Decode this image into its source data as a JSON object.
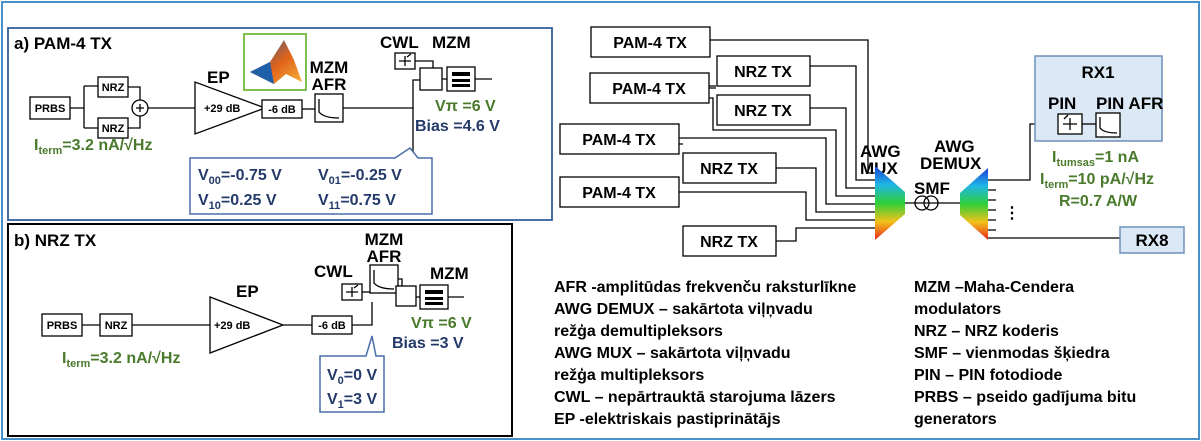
{
  "panel_a": {
    "title": "a) PAM-4 TX",
    "prbs": "PRBS",
    "nrz1": "NRZ",
    "nrz2": "NRZ",
    "amp_label": "EP",
    "amp_gain": "+29 dB",
    "atten": "-6 dB",
    "mzm_afr_1": "MZM",
    "mzm_afr_2": "AFR",
    "cwl": "CWL",
    "mzm": "MZM",
    "vpi": "Vπ =6 V",
    "bias": "Bias =4.6 V",
    "iterm": "I",
    "iterm_sub": "term",
    "iterm_val": "=3.2 nA/√Hz",
    "levels": {
      "v00": "V",
      "v00_sub": "00",
      "v00_val": "=-0.75 V",
      "v01": "V",
      "v01_sub": "01",
      "v01_val": "=-0.25 V",
      "v10": "V",
      "v10_sub": "10",
      "v10_val": "=0.25 V",
      "v11": "V",
      "v11_sub": "11",
      "v11_val": "=0.75 V"
    }
  },
  "panel_b": {
    "title": "b) NRZ TX",
    "prbs": "PRBS",
    "nrz": "NRZ",
    "amp_label": "EP",
    "amp_gain": "+29 dB",
    "atten": "-6 dB",
    "mzm_afr_1": "MZM",
    "mzm_afr_2": "AFR",
    "cwl": "CWL",
    "mzm": "MZM",
    "vpi": "Vπ =6 V",
    "bias": "Bias =3 V",
    "iterm": "I",
    "iterm_sub": "term",
    "iterm_val": "=3.2 nA/√Hz",
    "v0": "V",
    "v0_sub": "0",
    "v0_val": "=0 V",
    "v1": "V",
    "v1_sub": "1",
    "v1_val": "=3 V"
  },
  "system": {
    "tx": [
      "PAM-4 TX",
      "NRZ TX",
      "PAM-4 TX",
      "NRZ TX",
      "PAM-4 TX",
      "NRZ TX",
      "PAM-4 TX",
      "NRZ TX"
    ],
    "awg_mux_1": "AWG",
    "awg_mux_2": "MUX",
    "smf": "SMF",
    "awg_demux_1": "AWG",
    "awg_demux_2": "DEMUX",
    "dots": "⋮",
    "rx1": "RX1",
    "pin": "PIN",
    "pin_afr": "PIN AFR",
    "i_tumsas": "I",
    "i_tumsas_sub": "tumsas",
    "i_tumsas_val": "=1 nA",
    "i_term": "I",
    "i_term_sub": "term",
    "i_term_val": "=10 pA/√Hz",
    "responsivity": "R=0.7 A/W",
    "rx8": "RX8"
  },
  "legend": {
    "left": [
      "AFR -amplitūdas frekvenču raksturlīkne",
      "AWG DEMUX –  sakārtota viļņvadu",
      "režģa demultipleksors",
      "AWG MUX – sakārtota viļņvadu",
      "režģa multipleksors",
      "CWL – nepārtrauktā starojuma lāzers",
      "EP -elektriskais pastiprinātājs"
    ],
    "right": [
      "MZM –Maha-Cendera",
      "modulators",
      "NRZ – NRZ koderis",
      "SMF – vienmodas šķiedra",
      "PIN – PIN fotodiode",
      "PRBS – pseido gadījuma bitu",
      "generators"
    ]
  },
  "colors": {
    "frame": "#4a90c8",
    "panel_a_border": "#4a6ea8",
    "green": "#4a7a2c",
    "blue": "#243a6a",
    "rx_fill": "#dbe8f5"
  },
  "icons": [
    "matlab-logo-icon",
    "laser-icon",
    "filter-icon",
    "modulator-icon",
    "photodiode-icon",
    "fiber-coil-icon",
    "adder-icon",
    "awg-prism-icon"
  ]
}
